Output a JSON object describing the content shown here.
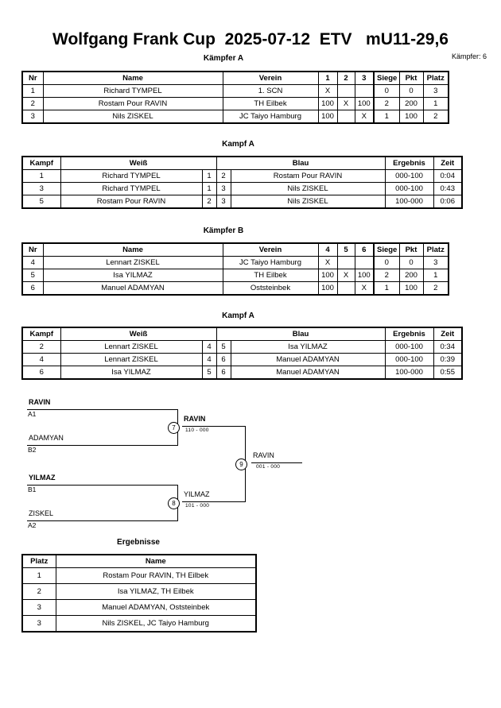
{
  "header": {
    "title": "Wolfgang Frank Cup  2025-07-12  ETV   mU11-29,6",
    "fighter_count_label": "Kämpfer: 6"
  },
  "pools": [
    {
      "caption": "Kämpfer A",
      "columns": [
        "Nr",
        "Name",
        "Verein",
        "1",
        "2",
        "3",
        "Siege",
        "Pkt",
        "Platz"
      ],
      "rows": [
        {
          "nr": "1",
          "name": "Richard TYMPEL",
          "verein": "1. SCN",
          "m": [
            "X",
            "",
            ""
          ],
          "siege": "0",
          "pkt": "0",
          "platz": "3"
        },
        {
          "nr": "2",
          "name": "Rostam Pour RAVIN",
          "verein": "TH Eilbek",
          "m": [
            "100",
            "X",
            "100"
          ],
          "siege": "2",
          "pkt": "200",
          "platz": "1"
        },
        {
          "nr": "3",
          "name": "Nils ZISKEL",
          "verein": "JC Taiyo Hamburg",
          "m": [
            "100",
            "",
            "X"
          ],
          "siege": "1",
          "pkt": "100",
          "platz": "2"
        }
      ]
    },
    {
      "caption": "Kämpfer B",
      "columns": [
        "Nr",
        "Name",
        "Verein",
        "4",
        "5",
        "6",
        "Siege",
        "Pkt",
        "Platz"
      ],
      "rows": [
        {
          "nr": "4",
          "name": "Lennart ZISKEL",
          "verein": "JC Taiyo Hamburg",
          "m": [
            "X",
            "",
            ""
          ],
          "siege": "0",
          "pkt": "0",
          "platz": "3"
        },
        {
          "nr": "5",
          "name": "Isa YILMAZ",
          "verein": "TH Eilbek",
          "m": [
            "100",
            "X",
            "100"
          ],
          "siege": "2",
          "pkt": "200",
          "platz": "1"
        },
        {
          "nr": "6",
          "name": "Manuel ADAMYAN",
          "verein": "Oststeinbek",
          "m": [
            "100",
            "",
            "X"
          ],
          "siege": "1",
          "pkt": "100",
          "platz": "2"
        }
      ]
    }
  ],
  "bouts": [
    {
      "caption": "Kampf A",
      "columns": [
        "Kampf",
        "Weiß",
        "Blau",
        "Ergebnis",
        "Zeit"
      ],
      "rows": [
        {
          "kampf": "1",
          "weiss": "Richard TYMPEL",
          "weiss_bold": false,
          "wnr": "1",
          "bnr": "2",
          "blau": "Rostam Pour RAVIN",
          "blau_bold": true,
          "ergebnis": "000-100",
          "zeit": "0:04"
        },
        {
          "kampf": "3",
          "weiss": "Richard TYMPEL",
          "weiss_bold": false,
          "wnr": "1",
          "bnr": "3",
          "blau": "Nils ZISKEL",
          "blau_bold": true,
          "ergebnis": "000-100",
          "zeit": "0:43"
        },
        {
          "kampf": "5",
          "weiss": "Rostam Pour RAVIN",
          "weiss_bold": true,
          "wnr": "2",
          "bnr": "3",
          "blau": "Nils ZISKEL",
          "blau_bold": false,
          "ergebnis": "100-000",
          "zeit": "0:06"
        }
      ]
    },
    {
      "caption": "Kampf A",
      "columns": [
        "Kampf",
        "Weiß",
        "Blau",
        "Ergebnis",
        "Zeit"
      ],
      "rows": [
        {
          "kampf": "2",
          "weiss": "Lennart ZISKEL",
          "weiss_bold": false,
          "wnr": "4",
          "bnr": "5",
          "blau": "Isa YILMAZ",
          "blau_bold": true,
          "ergebnis": "000-100",
          "zeit": "0:34"
        },
        {
          "kampf": "4",
          "weiss": "Lennart ZISKEL",
          "weiss_bold": false,
          "wnr": "4",
          "bnr": "6",
          "blau": "Manuel ADAMYAN",
          "blau_bold": true,
          "ergebnis": "000-100",
          "zeit": "0:39"
        },
        {
          "kampf": "6",
          "weiss": "Isa YILMAZ",
          "weiss_bold": true,
          "wnr": "5",
          "bnr": "6",
          "blau": "Manuel ADAMYAN",
          "blau_bold": false,
          "ergebnis": "100-000",
          "zeit": "0:55"
        }
      ]
    }
  ],
  "bracket": {
    "entries": [
      {
        "name": "RAVIN",
        "seed": "A1",
        "bold": true
      },
      {
        "name": "ADAMYAN",
        "seed": "B2",
        "bold": false
      },
      {
        "name": "YILMAZ",
        "seed": "B1",
        "bold": true
      },
      {
        "name": "ZISKEL",
        "seed": "A2",
        "bold": false
      }
    ],
    "matches": [
      {
        "number": "7",
        "winner": "RAVIN",
        "score": "110 - 000",
        "bold": true
      },
      {
        "number": "8",
        "winner": "YILMAZ",
        "score": "101 - 000",
        "bold": false
      },
      {
        "number": "9",
        "winner": "RAVIN",
        "score": "001 - 000",
        "bold": false
      }
    ]
  },
  "results": {
    "caption": "Ergebnisse",
    "columns": [
      "Platz",
      "Name"
    ],
    "rows": [
      {
        "platz": "1",
        "name": "Rostam Pour RAVIN, TH Eilbek"
      },
      {
        "platz": "2",
        "name": "Isa YILMAZ, TH Eilbek"
      },
      {
        "platz": "3",
        "name": "Manuel ADAMYAN, Oststeinbek"
      },
      {
        "platz": "3",
        "name": "Nils ZISKEL, JC Taiyo Hamburg"
      }
    ]
  }
}
